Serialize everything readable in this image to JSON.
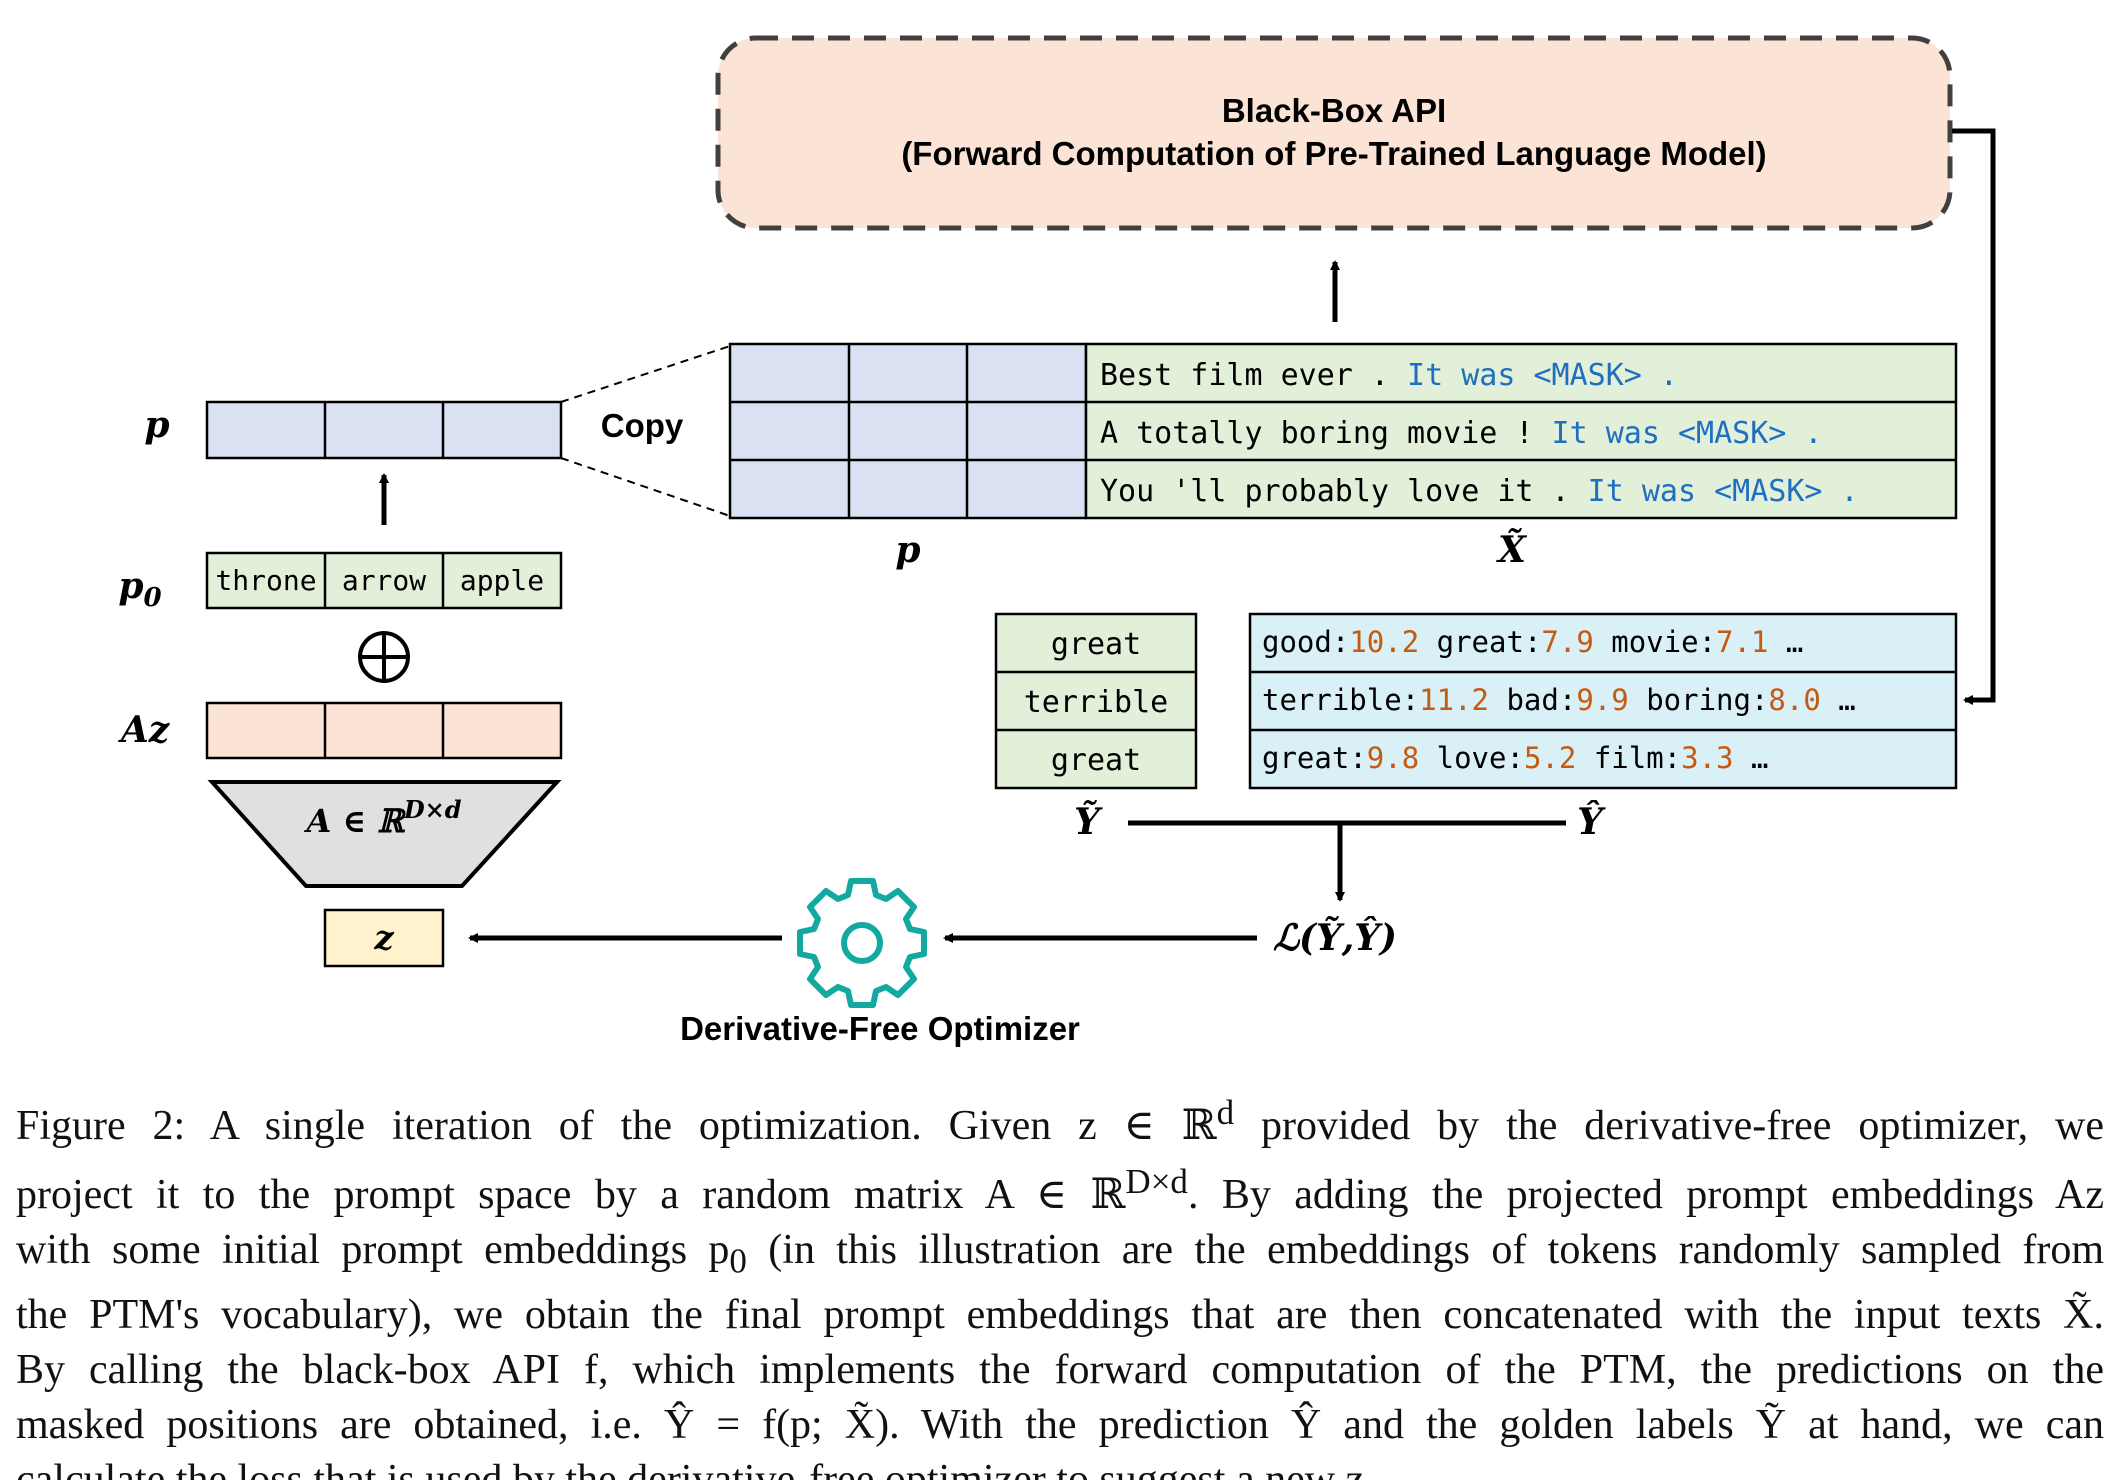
{
  "black_box": {
    "line1": "Black-Box API",
    "line2": "(Forward Computation of Pre-Trained Language Model)"
  },
  "prompt_stack": {
    "p_label": "p",
    "p0_label": "p",
    "p0_sub": "0",
    "copy_label": "Copy",
    "tokens": [
      "throne",
      "arrow",
      "apple"
    ],
    "oplus": "⊕",
    "az_label": "Az",
    "matrix_label": "A ∈ ℝ",
    "matrix_sup": "D×d",
    "z_label": "z"
  },
  "inputs": {
    "rows": [
      {
        "text": "Best film ever . ",
        "template": "It was <MASK> ."
      },
      {
        "text": "A totally boring movie ! ",
        "template": "It was <MASK> ."
      },
      {
        "text": "You 'll probably love it . ",
        "template": "It was <MASK> ."
      }
    ],
    "p_label": "p",
    "x_label": "X̃"
  },
  "labels": {
    "items": [
      "great",
      "terrible",
      "great"
    ],
    "y_label": "Ỹ"
  },
  "predictions": {
    "rows": [
      [
        {
          "word": "good",
          "score": "10.2"
        },
        {
          "word": "great",
          "score": "7.9"
        },
        {
          "word": "movie",
          "score": "7.1"
        }
      ],
      [
        {
          "word": "terrible",
          "score": "11.2"
        },
        {
          "word": "bad",
          "score": "9.9"
        },
        {
          "word": "boring",
          "score": "8.0"
        }
      ],
      [
        {
          "word": "great",
          "score": "9.8"
        },
        {
          "word": "love",
          "score": "5.2"
        },
        {
          "word": "film",
          "score": "3.3"
        }
      ]
    ],
    "ellipsis": "…",
    "y_hat_label": "Ŷ"
  },
  "loss": {
    "label": "ℒ(Ỹ,Ŷ)"
  },
  "optimizer": {
    "label": "Derivative-Free Optimizer"
  },
  "caption": {
    "lines": [
      "Figure 2: A single iteration of the optimization. Given z ∈ ℝ<sup>d</sup> provided by the derivative-free optimizer, we",
      "project it to the prompt space by a random matrix A ∈ ℝ<sup>D×d</sup>. By adding the projected prompt embeddings Az",
      "with some initial prompt embeddings p<sub>0</sub> (in this illustration are the embeddings of tokens randomly sampled from",
      "the PTM's vocabulary), we obtain the final prompt embeddings that are then concatenated with the input texts X̃.",
      "By calling the black-box API f, which implements the forward computation of the PTM, the predictions on the",
      "masked positions are obtained, i.e. Ŷ = f(p; X̃). With the prediction Ŷ and the golden labels Ỹ at hand, we can",
      "calculate the loss that is used by the derivative-free optimizer to suggest a new z."
    ]
  },
  "colors": {
    "api_fill": "#fbe3d6",
    "prompt_fill": "#d9e1f2",
    "token_fill": "#e2efd9",
    "az_fill": "#fbe3d6",
    "matrix_fill": "#e0e0e0",
    "z_fill": "#fff2cc",
    "pred_fill": "#d8f0f6",
    "template_blue": "#1f6fc0",
    "score_orange": "#c55a11",
    "gear_teal": "#13a8a0"
  }
}
